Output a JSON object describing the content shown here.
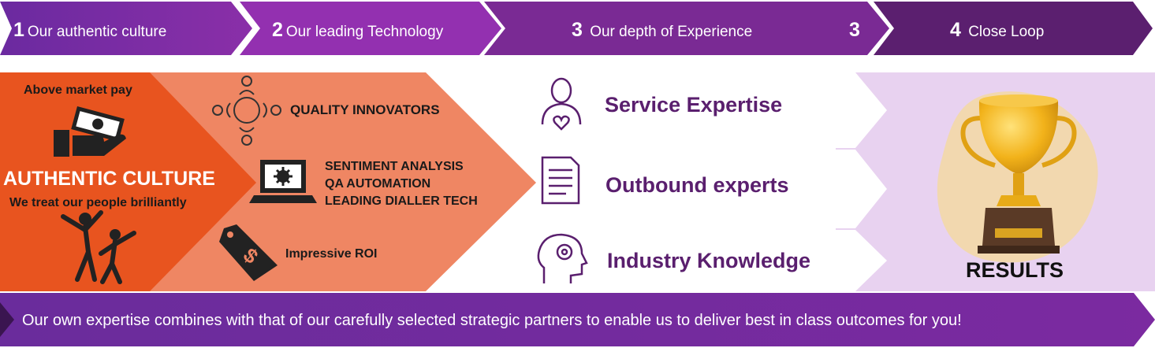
{
  "steps": [
    {
      "num": "1",
      "label": "Our authentic culture"
    },
    {
      "num": "2",
      "label": "Our leading Technology"
    },
    {
      "num": "3",
      "label": "Our depth of Experience"
    },
    {
      "num": "3",
      "label": ""
    },
    {
      "num": "4",
      "label": "Close Loop"
    }
  ],
  "culture": {
    "above_market_pay": "Above market pay",
    "title": "AUTHENTIC CULTURE",
    "subtitle": "We treat our people brilliantly"
  },
  "technology": {
    "quality": "QUALITY INNOVATORS",
    "tech_lines": [
      "SENTIMENT ANALYSIS",
      "QA AUTOMATION",
      "LEADING DIALLER TECH"
    ],
    "roi": "Impressive ROI"
  },
  "experience": {
    "items": [
      "Service Expertise",
      "Outbound experts",
      "Industry Knowledge"
    ]
  },
  "results": {
    "label": "RESULTS"
  },
  "footer": {
    "text": "Our own expertise combines with that of our carefully selected strategic partners to enable us to deliver best in class outcomes for you!"
  },
  "colors": {
    "purple_dark": "#5b1f6f",
    "purple_mid": "#7b2a93",
    "purple_light": "#9a2fb0",
    "orange_dark": "#e8541f",
    "orange_light": "#ef8663",
    "lilac": "#e8d2f0",
    "gold": "#f0b21a"
  },
  "icons": [
    "people-meeting-icon",
    "laptop-gear-icon",
    "price-tag-dollar-icon",
    "money-hand-icon",
    "celebrating-people-icon",
    "person-heart-icon",
    "document-icon",
    "head-gear-icon",
    "trophy-icon"
  ]
}
